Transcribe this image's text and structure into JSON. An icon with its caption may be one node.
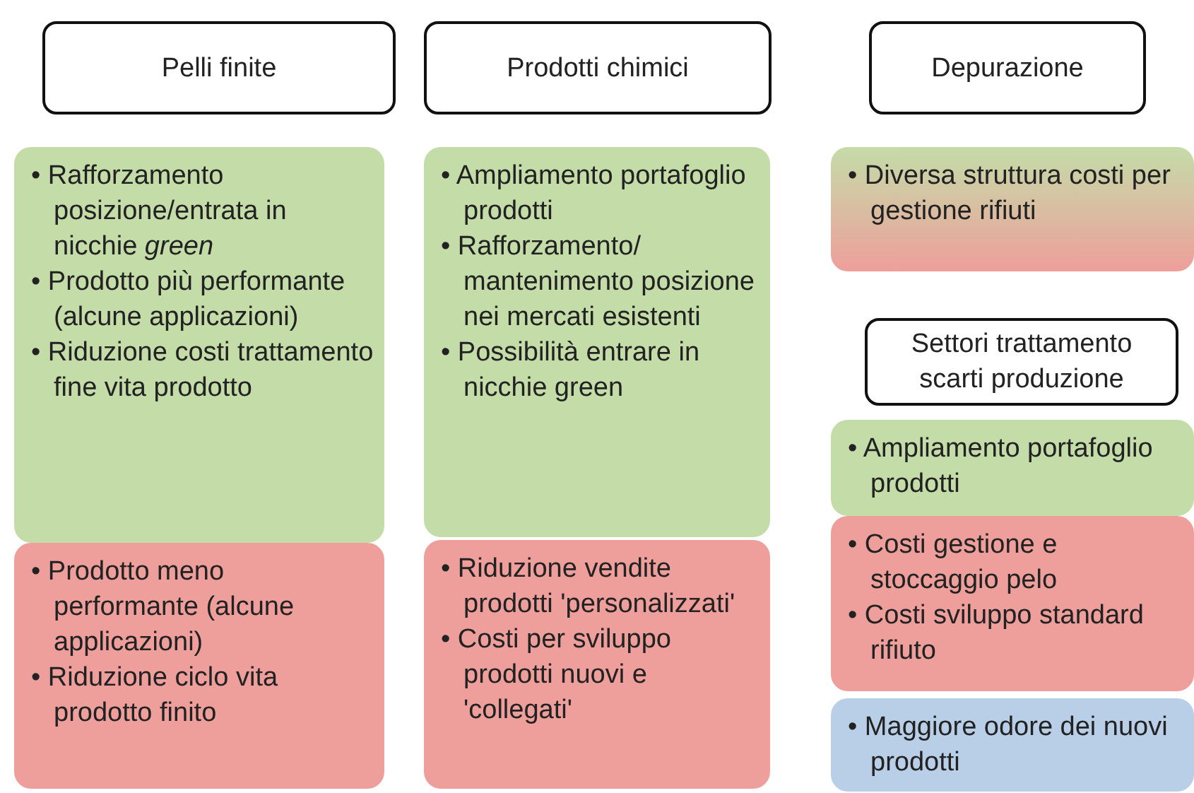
{
  "diagram": {
    "nodes": [
      {
        "text": [
          "Pelli finite"
        ]
      },
      {
        "text": [
          "• Rafforzamento posizione/entrata in nicchie *green*",
          "• Prodotto più performante (alcune applicazioni)",
          "• Riduzione costi trattamento fine vita prodotto"
        ]
      },
      {
        "text": [
          "• Prodotto meno performante (alcune applicazioni)",
          "• Riduzione ciclo vita prodotto finito"
        ]
      },
      {
        "text": [
          "Prodotti chimici"
        ]
      },
      {
        "text": [
          "• Ampliamento portafoglio prodotti",
          "• Rafforzamento/ mantenimento posizione nei mercati esistenti",
          "• Possibilità entrare in nicchie green"
        ]
      },
      {
        "text": [
          "• Riduzione vendite prodotti 'personalizzati'",
          "• Costi per sviluppo prodotti nuovi e 'collegati'"
        ]
      },
      {
        "text": [
          "Depurazione"
        ]
      },
      {
        "text": [
          "• Diversa struttura costi per gestione rifiuti"
        ]
      },
      {
        "text": [
          "Settori trattamento scarti produzione"
        ]
      },
      {
        "text": [
          "• Ampliamento portafoglio prodotti"
        ]
      },
      {
        "text": [
          "• Costi gestione e stoccaggio pelo",
          "• Costi sviluppo standard rifiuto"
        ]
      },
      {
        "text": [
          "• Maggiore odore dei nuovi prodotti"
        ]
      }
    ]
  }
}
